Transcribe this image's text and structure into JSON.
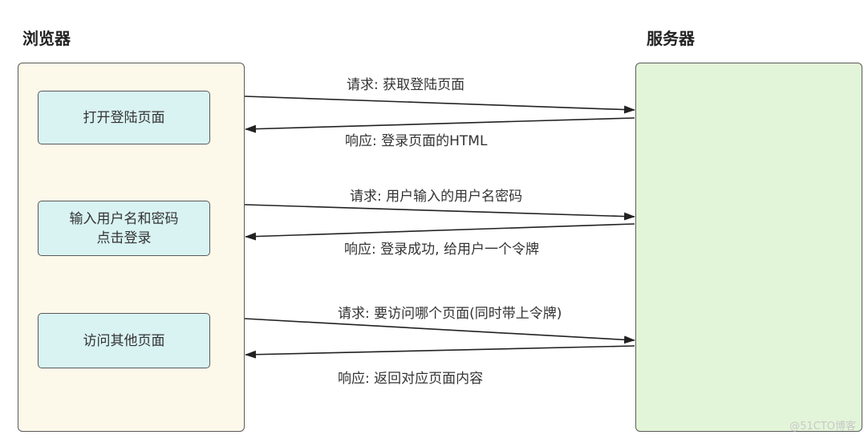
{
  "lanes": {
    "browser": {
      "title": "浏览器"
    },
    "server": {
      "title": "服务器"
    }
  },
  "actions": [
    {
      "lines": [
        "打开登陆页面"
      ]
    },
    {
      "lines": [
        "输入用户名和密码",
        "点击登录"
      ]
    },
    {
      "lines": [
        "访问其他页面"
      ]
    }
  ],
  "messages": [
    {
      "label": "请求: 获取登陆页面",
      "direction": "to-server"
    },
    {
      "label": "响应: 登录页面的HTML",
      "direction": "to-browser"
    },
    {
      "label": "请求: 用户输入的用户名密码",
      "direction": "to-server"
    },
    {
      "label": "响应: 登录成功, 给用户一个令牌",
      "direction": "to-browser"
    },
    {
      "label": "请求: 要访问哪个页面(同时带上令牌)",
      "direction": "to-server"
    },
    {
      "label": "响应: 返回对应页面内容",
      "direction": "to-browser"
    }
  ],
  "watermark": "@51CTO博客",
  "colors": {
    "browser_lane": "#fcf8ea",
    "server_lane": "#e3f5d8",
    "action_box": "#d9f3f3",
    "border": "#5a5a5a",
    "arrow": "#222222"
  }
}
